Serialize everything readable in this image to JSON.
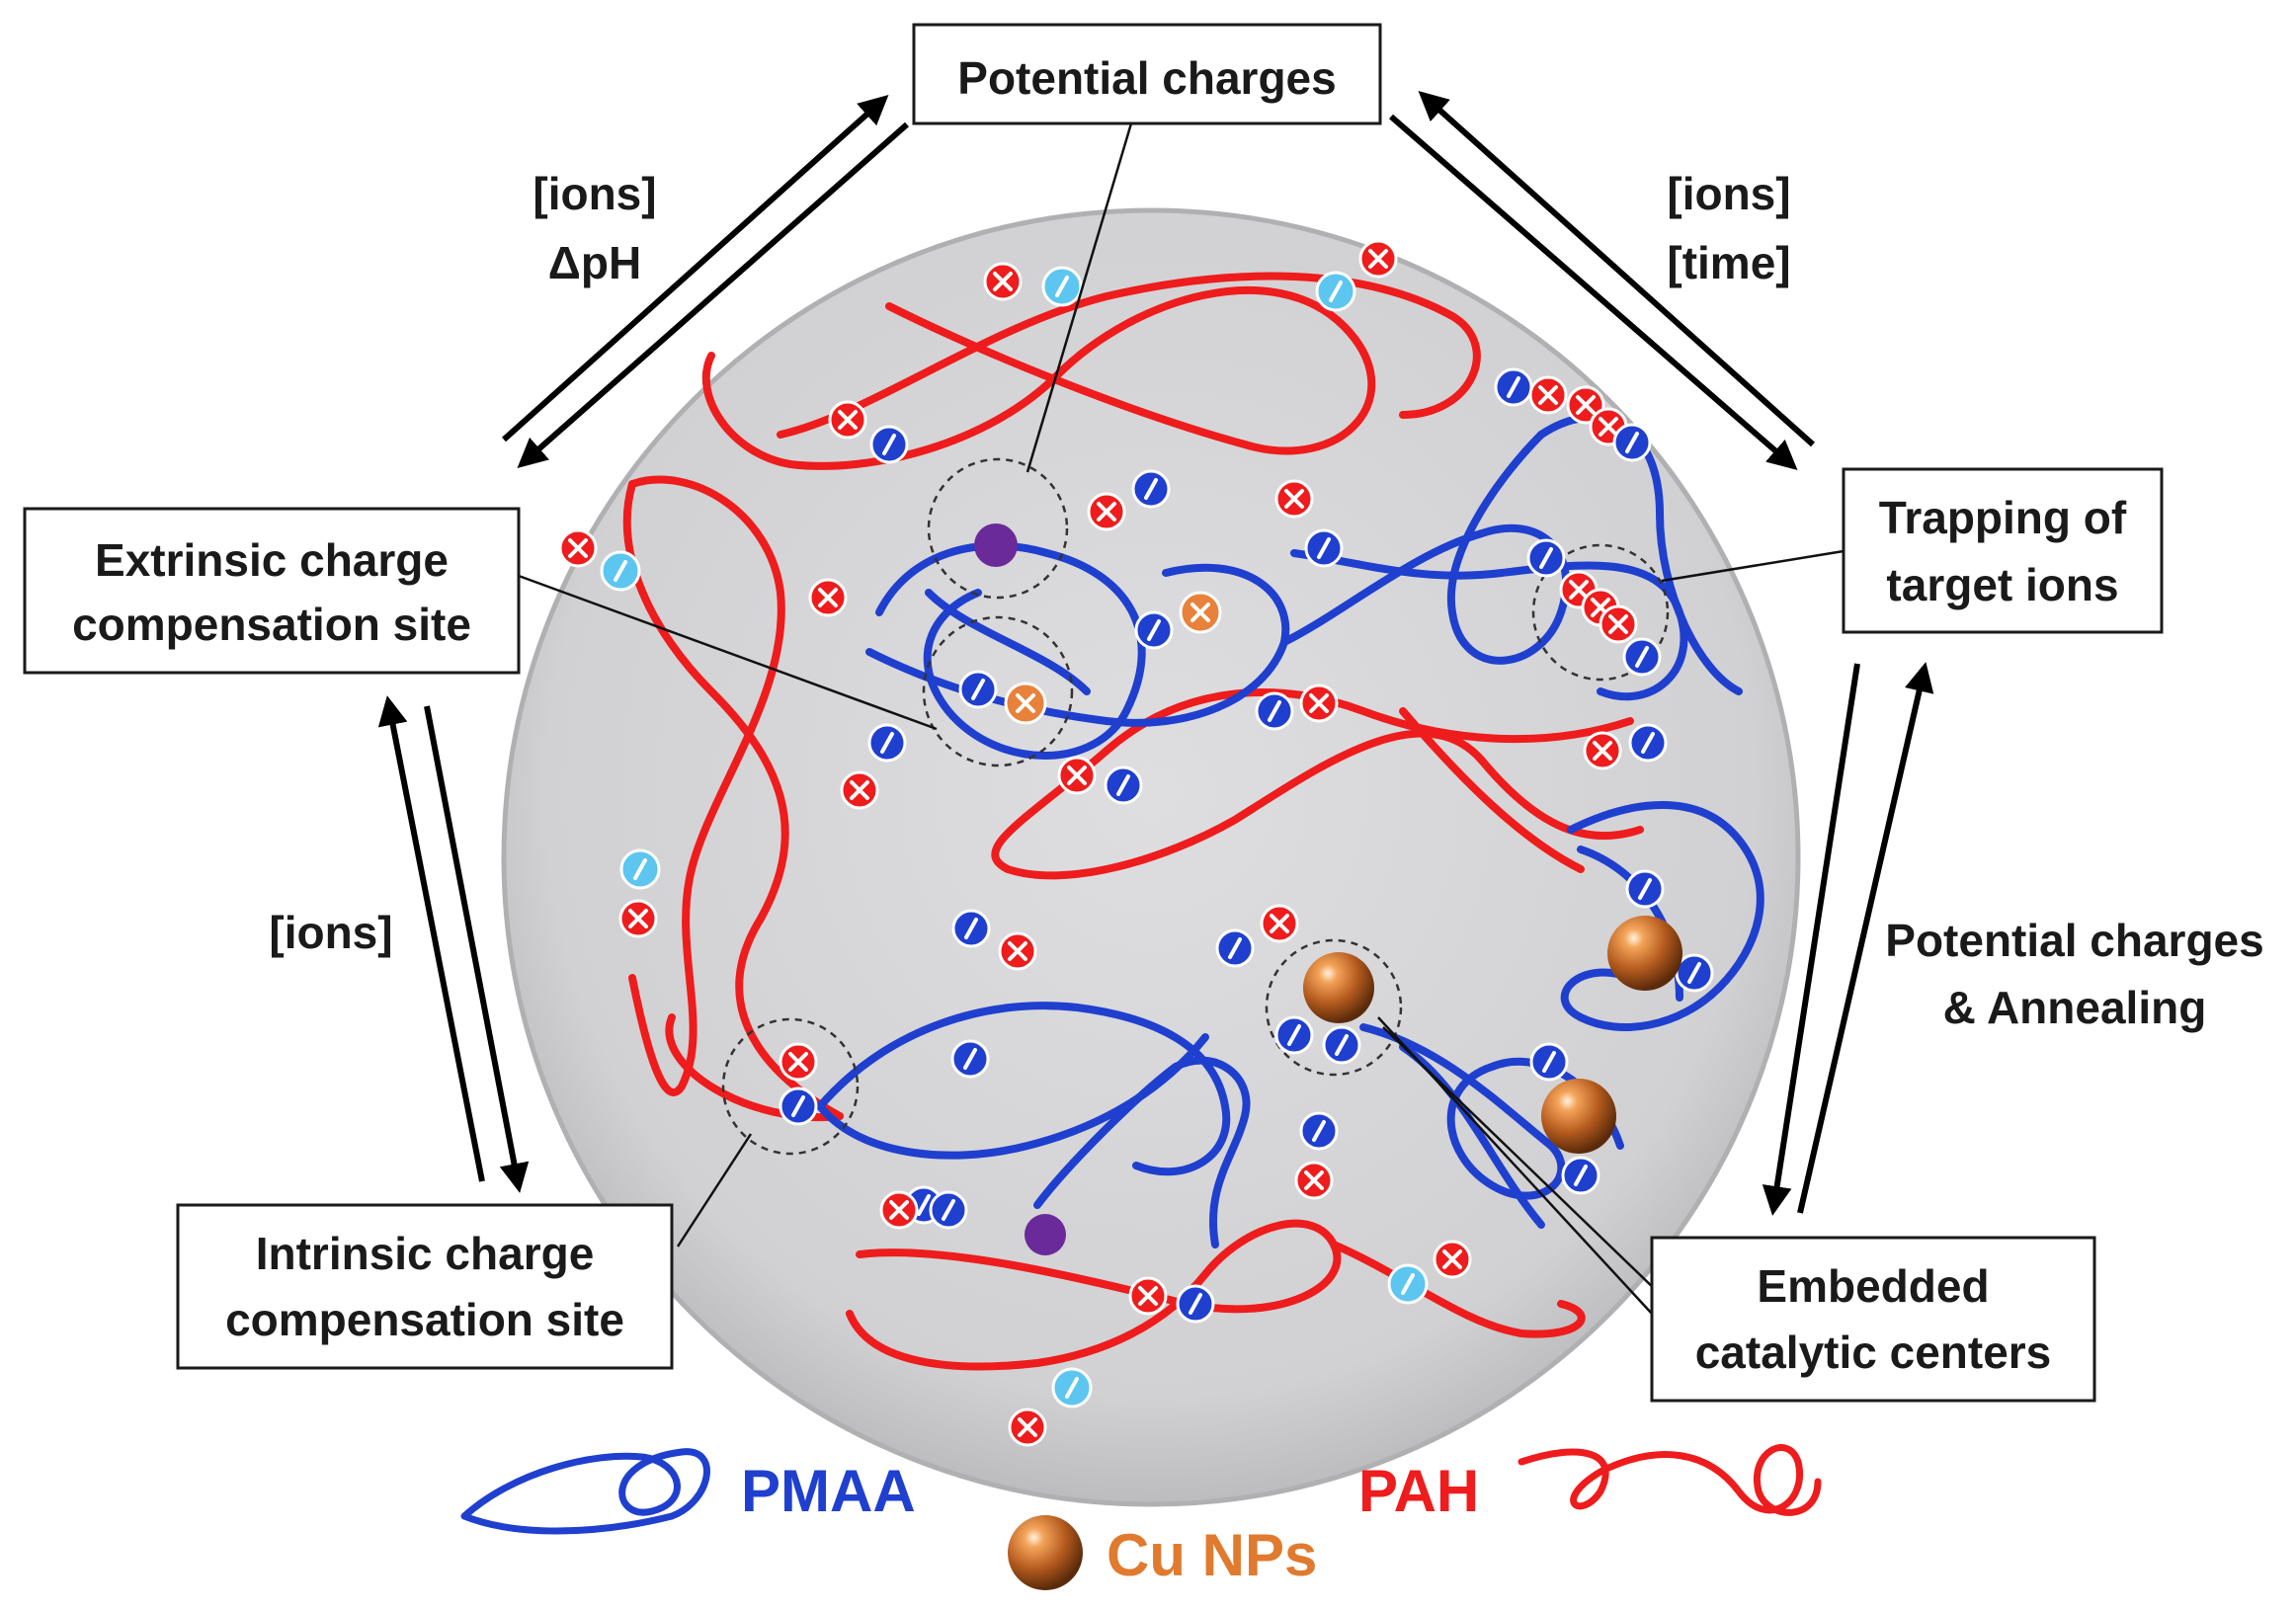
{
  "labels": {
    "potential_charges": "Potential charges",
    "extrinsic_line1": "Extrinsic charge",
    "extrinsic_line2": "compensation site",
    "trapping_line1": "Trapping of",
    "trapping_line2": "target ions",
    "intrinsic_line1": "Intrinsic charge",
    "intrinsic_line2": "compensation site",
    "embedded_line1": "Embedded",
    "embedded_line2": "catalytic centers"
  },
  "conditions": {
    "top_left_line1": "[ions]",
    "top_left_line2": "ΔpH",
    "top_right_line1": "[ions]",
    "top_right_line2": "[time]",
    "left": "[ions]",
    "right_line1": "Potential charges",
    "right_line2": "& Annealing"
  },
  "legend": {
    "pmaa": "PMAA",
    "pah": "PAH",
    "cu": "Cu NPs"
  },
  "colors": {
    "pmaa": "#1f3fcf",
    "pah": "#ee1c1c",
    "cu": "#e07a2e",
    "counter_ion_light": "#5cc6f0",
    "counter_ion_orange": "#e8813a",
    "purple_ion": "#6a2a9a",
    "disc": "#d4d4d6"
  }
}
